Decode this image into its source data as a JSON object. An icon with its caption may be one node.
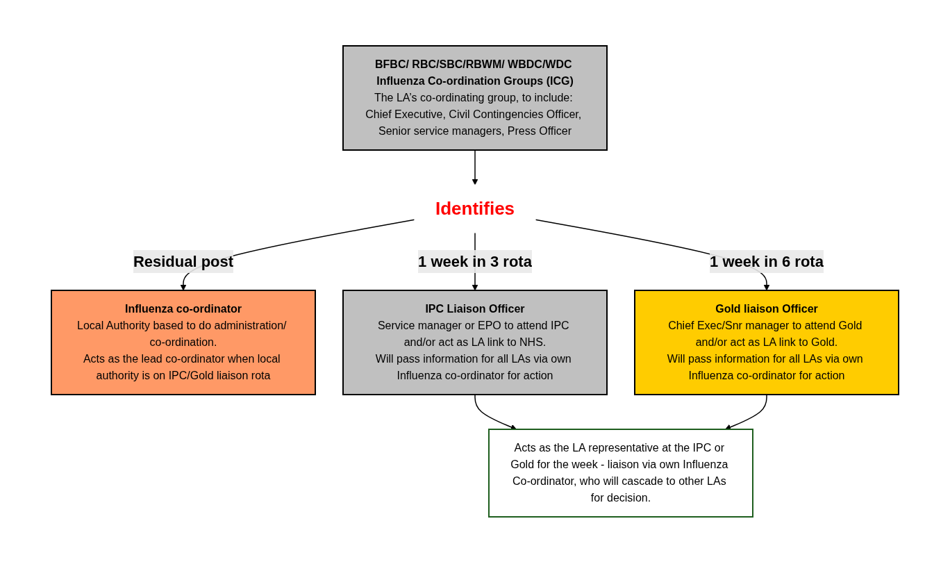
{
  "diagram": {
    "nodes": [
      {
        "text": [
          "BFBC/ RBC/SBC/RBWM/ WBDC/WDC Influenza Co-ordination Groups (ICG)",
          "The LA’s co-ordinating group, to include: Chief Executive, Civil Contingencies Officer, Senior service managers, Press Officer"
        ]
      },
      {
        "text": [
          "Identifies"
        ]
      },
      {
        "text": [
          "Influenza co-ordinator",
          "Local Authority based to do administration/ co-ordination.",
          "Acts as the lead co-ordinator when local authority is on IPC/Gold liaison rota"
        ]
      },
      {
        "text": [
          "IPC Liaison Officer",
          "Service manager or EPO to attend IPC and/or act as LA link to NHS.",
          "Will pass information for all LAs via own Influenza co-ordinator for action"
        ]
      },
      {
        "text": [
          "Gold liaison Officer",
          "Chief Exec/Snr manager to attend Gold and/or act as LA link to Gold.",
          "Will pass information for all LAs via own Influenza co-ordinator for action"
        ]
      },
      {
        "text": [
          "Acts as the LA representative at the IPC or Gold for the week - liaison via own Influenza Co-ordinator, who will cascade to other LAs for decision."
        ]
      }
    ],
    "edges": [
      {
        "from": 0,
        "to": 1,
        "arrow": "to"
      },
      {
        "from": 1,
        "to": 2,
        "arrow": "to",
        "label": "Residual post"
      },
      {
        "from": 1,
        "to": 3,
        "arrow": "to",
        "label": "1 week in 3 rota"
      },
      {
        "from": 1,
        "to": 4,
        "arrow": "to",
        "label": "1 week in 6 rota"
      },
      {
        "from": 3,
        "to": 5,
        "arrow": "to"
      },
      {
        "from": 4,
        "to": 5,
        "arrow": "to"
      }
    ]
  }
}
